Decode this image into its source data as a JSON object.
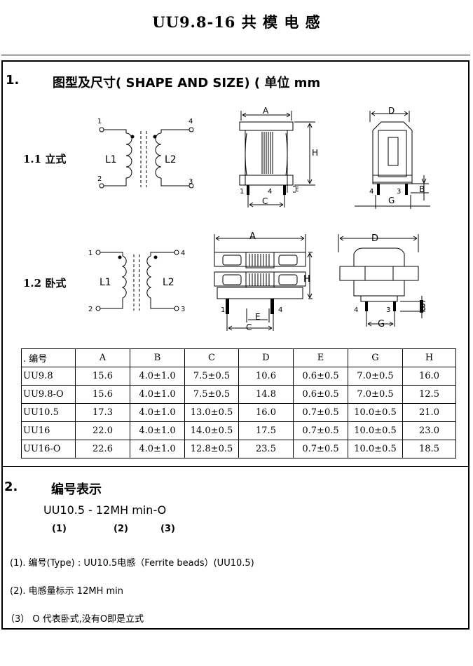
{
  "title": "UU9.8-16 共 模 电 感",
  "section1": {
    "number": "1.",
    "title": "图型及尺寸( SHAPE AND SIZE)  ( 单位 mm",
    "sub1": "1.1 立式",
    "sub2": "1.2 卧式",
    "schematic": {
      "pins": [
        "1",
        "2",
        "4",
        "3"
      ],
      "coils": [
        "L1",
        "L2"
      ]
    },
    "dims": [
      "A",
      "H",
      "C",
      "E",
      "D",
      "B",
      "G"
    ]
  },
  "table": {
    "headers": [
      ".      编号",
      "A",
      "B",
      "C",
      "D",
      "E",
      "G",
      "H"
    ],
    "rows": [
      [
        "UU9.8",
        "15.6",
        "4.0±1.0",
        "7.5±0.5",
        "10.6",
        "0.6±0.5",
        "7.0±0.5",
        "16.0"
      ],
      [
        "UU9.8-O",
        "15.6",
        "4.0±1.0",
        "7.5±0.5",
        "14.8",
        "0.6±0.5",
        "7.0±0.5",
        "12.5"
      ],
      [
        "UU10.5",
        "17.3",
        "4.0±1.0",
        "13.0±0.5",
        "16.0",
        "0.7±0.5",
        "10.0±0.5",
        "21.0"
      ],
      [
        "UU16",
        "22.0",
        "4.0±1.0",
        "14.0±0.5",
        "17.5",
        "0.7±0.5",
        "10.0±0.5",
        "23.0"
      ],
      [
        "UU16-O",
        "22.6",
        "4.0±1.0",
        "12.8±0.5",
        "23.5",
        "0.7±0.5",
        "10.0±0.5",
        "18.5"
      ]
    ]
  },
  "section2": {
    "number": "2.",
    "title": "编号表示",
    "code": "UU10.5 -  12MH min-O",
    "parts": [
      "(1)",
      "(2)",
      "(3)"
    ],
    "notes": [
      "(1). 编号(Type) : UU10.5电感（Ferrite beads）(UU10.5)",
      "(2). 电感量标示 12MH min",
      "（3） O  代表卧式,没有O即是立式"
    ]
  }
}
